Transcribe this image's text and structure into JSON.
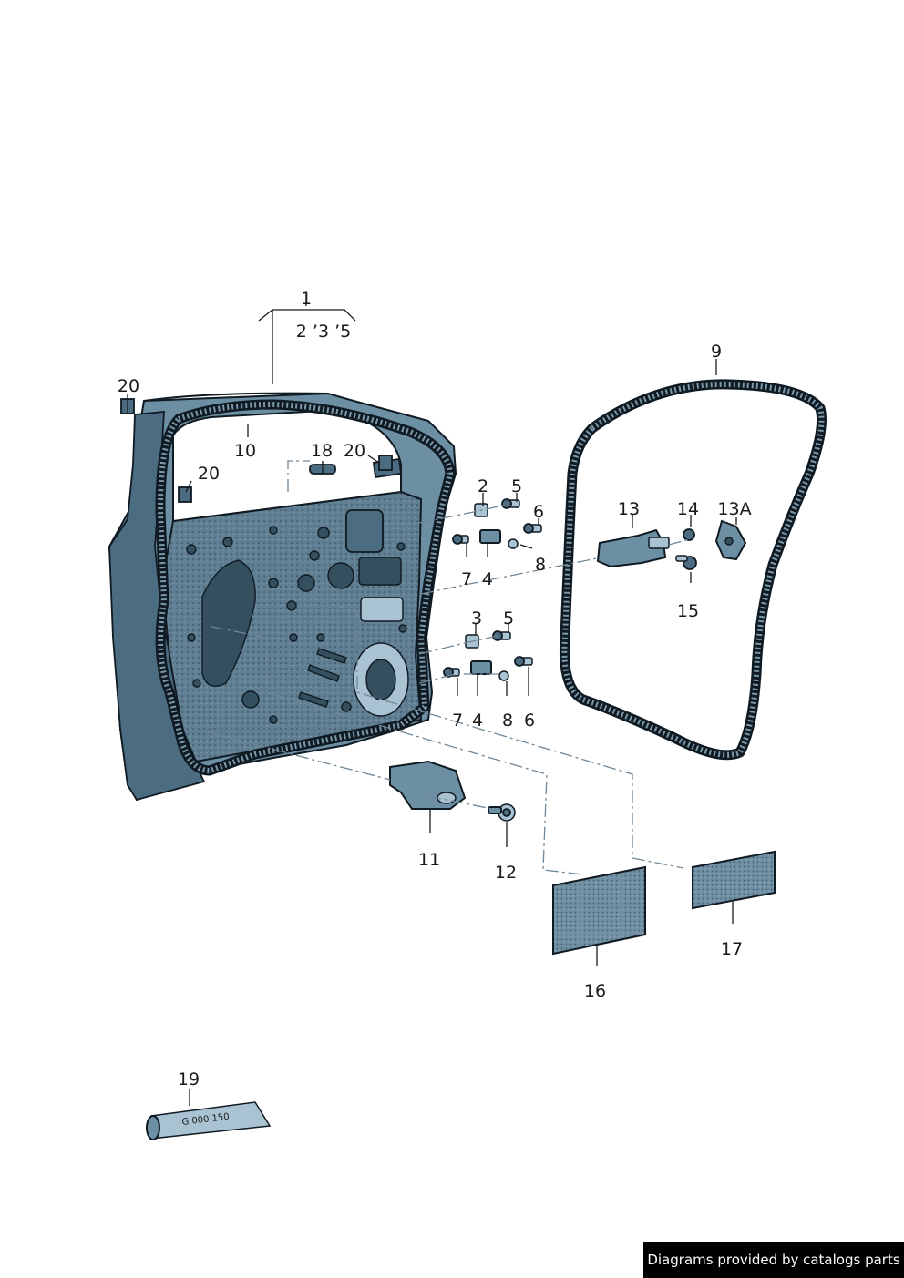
{
  "diagram": {
    "callouts": {
      "c1": "1",
      "c1_sub": "2 ’3 ’5",
      "c2a": "2",
      "c3b": "3",
      "c4a": "4",
      "c4b": "4",
      "c5a": "5",
      "c5b": "5",
      "c6a": "6",
      "c6b": "6",
      "c7a": "7",
      "c7b": "7",
      "c8a": "8",
      "c8b": "8",
      "c9": "9",
      "c10": "10",
      "c11": "11",
      "c12": "12",
      "c13": "13",
      "c13a": "13A",
      "c14": "14",
      "c15": "15",
      "c16": "16",
      "c17": "17",
      "c18": "18",
      "c19": "19",
      "c20a": "20",
      "c20b": "20",
      "c20c": "20"
    },
    "tube_label": "G 000 150"
  },
  "footer": {
    "credit": "Diagrams provided by catalogs parts"
  }
}
